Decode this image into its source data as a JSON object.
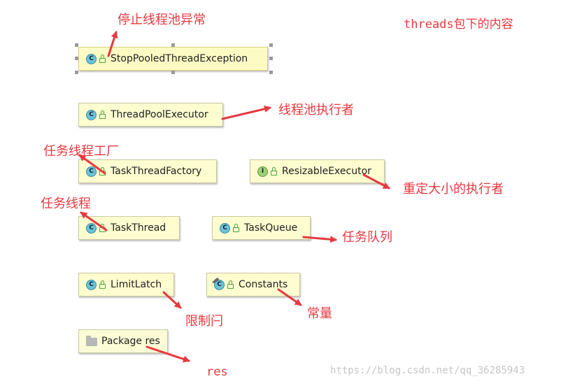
{
  "header_note": "threads包下的内容",
  "nodes": {
    "stop_pooled": {
      "label": "StopPooledThreadException",
      "badge": "C"
    },
    "thread_pool_executor": {
      "label": "ThreadPoolExecutor",
      "badge": "C"
    },
    "task_thread_factory": {
      "label": "TaskThreadFactory",
      "badge": "C"
    },
    "resizable_executor": {
      "label": "ResizableExecutor",
      "badge": "I"
    },
    "task_thread": {
      "label": "TaskThread",
      "badge": "C"
    },
    "task_queue": {
      "label": "TaskQueue",
      "badge": "C"
    },
    "limit_latch": {
      "label": "LimitLatch",
      "badge": "C"
    },
    "constants": {
      "label": "Constants",
      "badge": "C"
    },
    "package_res": {
      "label": "Package res"
    }
  },
  "annotations": {
    "stop_pooled": "停止线程池异常",
    "thread_pool_executor": "线程池执行者",
    "task_thread_factory": "任务线程工厂",
    "resizable_executor": "重定大小的执行者",
    "task_thread": "任务线程",
    "task_queue": "任务队列",
    "limit_latch": "限制闩",
    "constants": "常量",
    "package_res": "res"
  },
  "watermark": "https://blog.csdn.net/qq_36285943",
  "colors": {
    "annotation": "#e8383f",
    "node_fill": "#fdfdd0",
    "class_badge": "#6cc2d6",
    "interface_badge": "#9fcf7a"
  }
}
